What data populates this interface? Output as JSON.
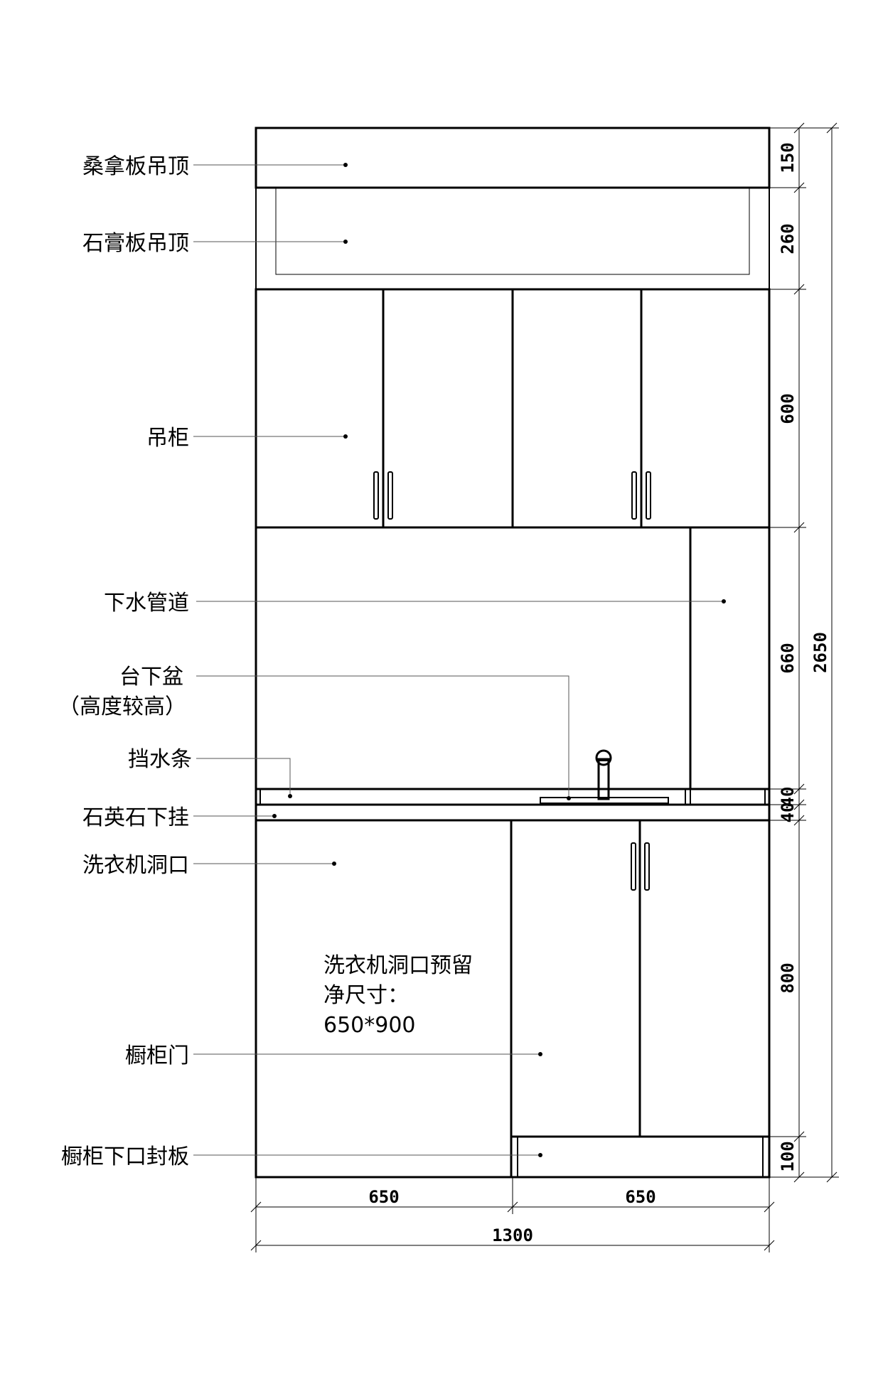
{
  "labels": {
    "sauna_ceiling": "桑拿板吊顶",
    "gypsum_ceiling": "石膏板吊顶",
    "wall_cabinet": "吊柜",
    "drain_pipe": "下水管道",
    "undermount_sink": "台下盆",
    "undermount_sink_note": "（高度较高）",
    "water_stop_strip": "挡水条",
    "quartz_apron": "石英石下挂",
    "washer_opening": "洗衣机洞口",
    "cabinet_door": "橱柜门",
    "cabinet_kickboard": "橱柜下口封板"
  },
  "note": {
    "line1": "洗衣机洞口预留",
    "line2": "净尺寸：",
    "line3": "650*900"
  },
  "dimensions": {
    "vertical": [
      "150",
      "260",
      "600",
      "660",
      "40",
      "40",
      "800",
      "100"
    ],
    "vertical_total": "2650",
    "horizontal": [
      "650",
      "650"
    ],
    "horizontal_total": "1300"
  }
}
